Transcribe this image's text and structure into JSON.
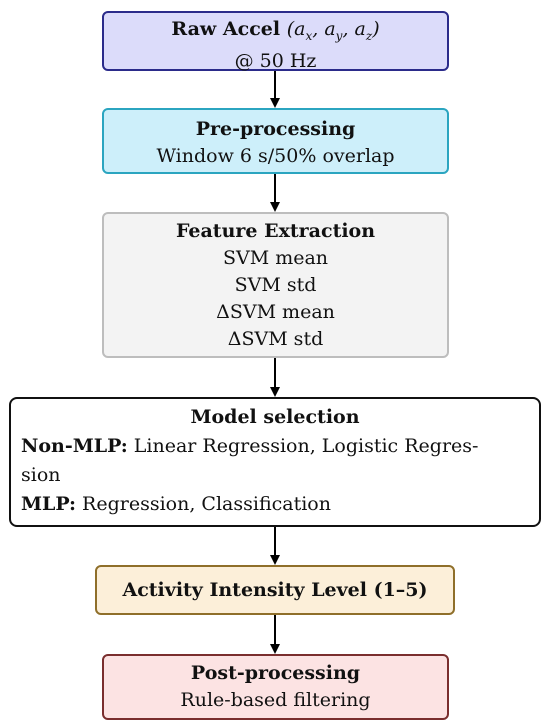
{
  "nodes": {
    "raw": {
      "title": "Raw Accel",
      "vars": [
        "a",
        "x",
        "a",
        "y",
        "a",
        "z"
      ],
      "line2": "@ 50 Hz"
    },
    "pre": {
      "title": "Pre-processing",
      "line2": "Window 6 s/50% overlap"
    },
    "feat": {
      "title": "Feature Extraction",
      "items": [
        "SVM mean",
        "SVM std",
        "ΔSVM mean",
        "ΔSVM std"
      ]
    },
    "model": {
      "title": "Model selection",
      "nonmlp_label": "Non-MLP:",
      "nonmlp_text_1": " Linear Regression, Logistic Regres-",
      "nonmlp_text_2": "sion",
      "mlp_label": "MLP:",
      "mlp_text": " Regression, Classification"
    },
    "act": {
      "title": "Activity Intensity Level (1–5)"
    },
    "post": {
      "title": "Post-processing",
      "line2": "Rule-based filtering"
    }
  },
  "colors": {
    "raw_fill": "#dcdcfa",
    "raw_border": "#2b2b8a",
    "pre_fill": "#cdeffa",
    "pre_border": "#2ba5c0",
    "feat_fill": "#f3f3f3",
    "feat_border": "#bdbdbd",
    "model_fill": "#ffffff",
    "model_border": "#111111",
    "act_fill": "#fcefd9",
    "act_border": "#8f6f2a",
    "post_fill": "#fce3e3",
    "post_border": "#7a2e2e",
    "arrow": "#000000"
  }
}
